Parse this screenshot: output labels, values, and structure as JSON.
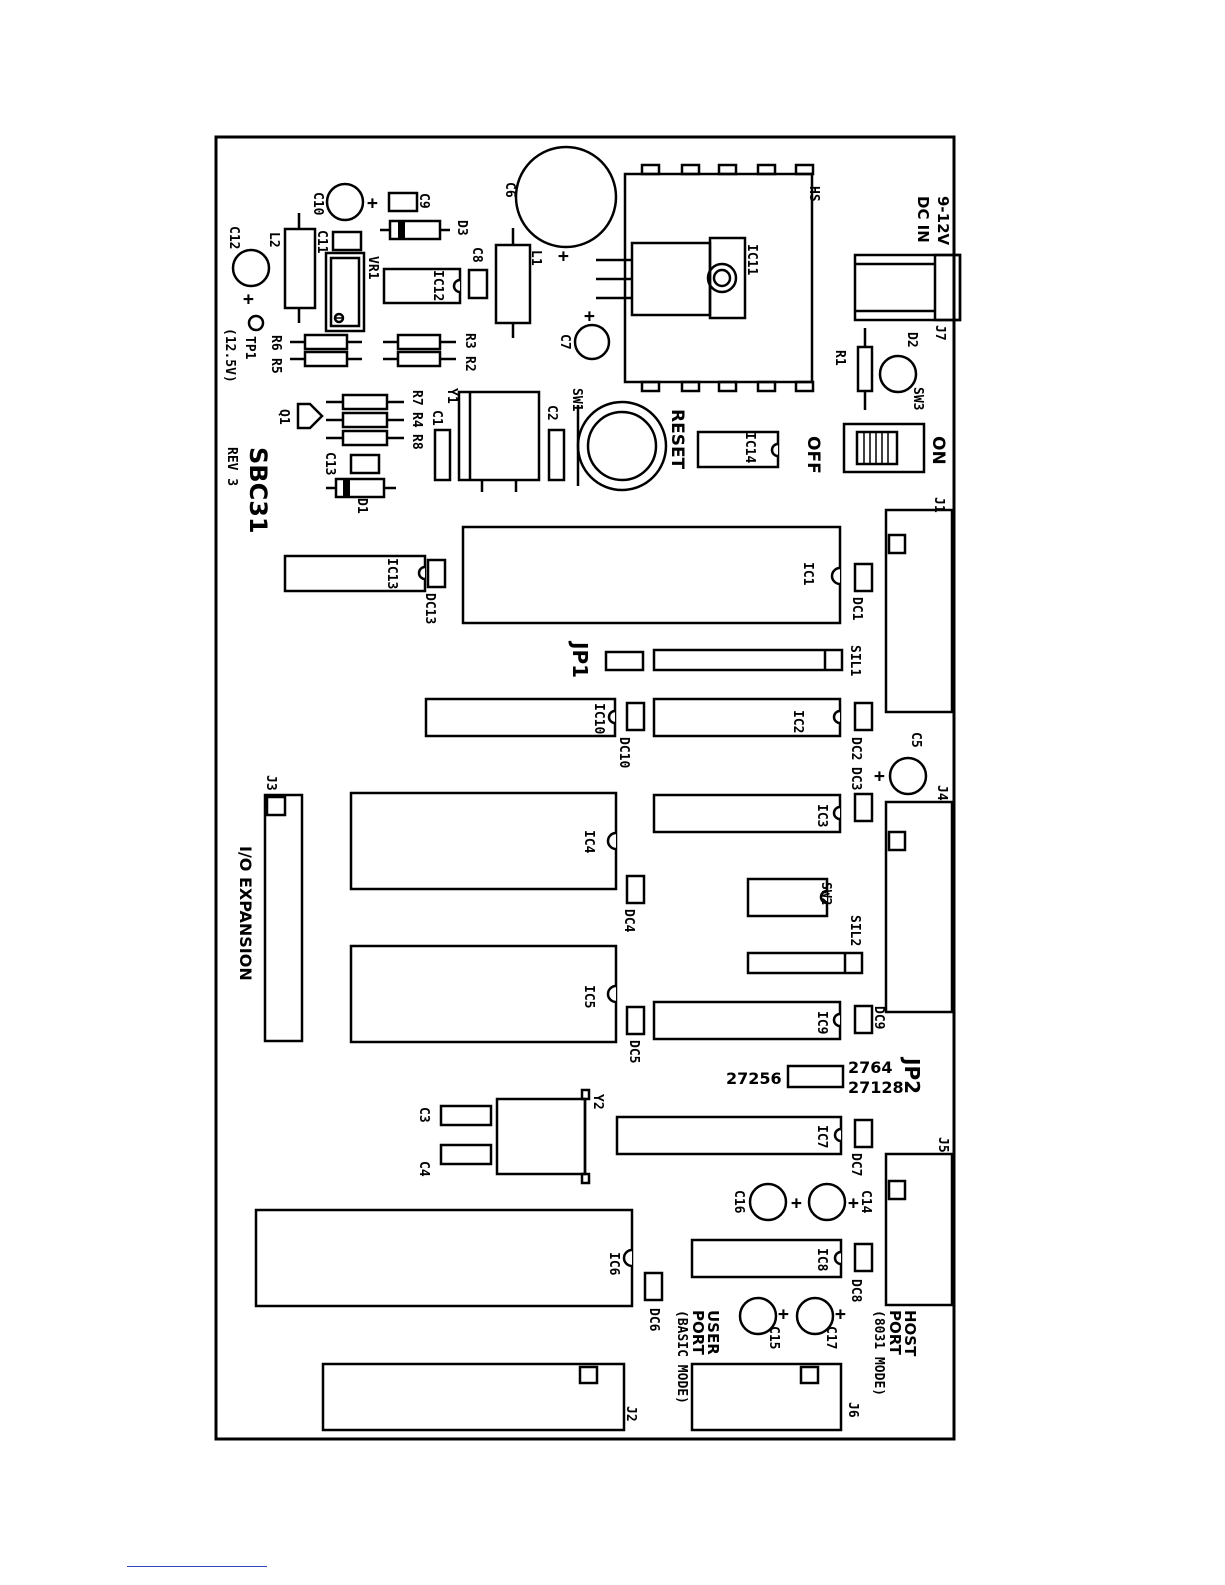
{
  "board": {
    "name": "SBC31",
    "revision": "REV 3",
    "power_input": [
      "9-12V",
      "DC IN"
    ],
    "test_point": "(12.5V)",
    "reset_label": "RESET",
    "switch_on": "ON",
    "switch_off": "OFF",
    "io_expansion": "I/O EXPANSION",
    "host_port": [
      "HOST",
      "PORT",
      "(8031 MODE)"
    ],
    "user_port": [
      "USER",
      "PORT",
      "(BASIC MODE)"
    ],
    "jp1": "JP1",
    "jp2": "JP2",
    "eprom_options": [
      "27256",
      "2764",
      "27128"
    ],
    "plus": "+"
  },
  "refs": {
    "ic1": "IC1",
    "ic2": "IC2",
    "ic3": "IC3",
    "ic4": "IC4",
    "ic5": "IC5",
    "ic6": "IC6",
    "ic7": "IC7",
    "ic8": "IC8",
    "ic9": "IC9",
    "ic10": "IC10",
    "ic11": "IC11",
    "ic12": "IC12",
    "ic13": "IC13",
    "ic14": "IC14",
    "dc1": "DC1",
    "dc2": "DC2",
    "dc3": "DC3",
    "dc4": "DC4",
    "dc5": "DC5",
    "dc6": "DC6",
    "dc7": "DC7",
    "dc8": "DC8",
    "dc9": "DC9",
    "dc10": "DC10",
    "dc13": "DC13",
    "c1": "C1",
    "c2": "C2",
    "c3": "C3",
    "c4": "C4",
    "c5": "C5",
    "c6": "C6",
    "c7": "C7",
    "c8": "C8",
    "c9": "C9",
    "c10": "C10",
    "c11": "C11",
    "c12": "C12",
    "c13": "C13",
    "c14": "C14",
    "c15": "C15",
    "c16": "C16",
    "c17": "C17",
    "r1": "R1",
    "r2": "R2",
    "r3": "R3",
    "r4": "R4",
    "r5": "R5",
    "r6": "R6",
    "r7": "R7",
    "r8": "R8",
    "d1": "D1",
    "d2": "D2",
    "d3": "D3",
    "l1": "L1",
    "l2": "L2",
    "vr1": "VR1",
    "q1": "Q1",
    "tp1": "TP1",
    "y1": "Y1",
    "y2": "Y2",
    "hs": "HS",
    "sw1": "SW1",
    "sw2": "SW2",
    "sw3": "SW3",
    "sil1": "SIL1",
    "sil2": "SIL2",
    "j1": "J1",
    "j2": "J2",
    "j3": "J3",
    "j4": "J4",
    "j5": "J5",
    "j6": "J6",
    "j7": "J7"
  }
}
